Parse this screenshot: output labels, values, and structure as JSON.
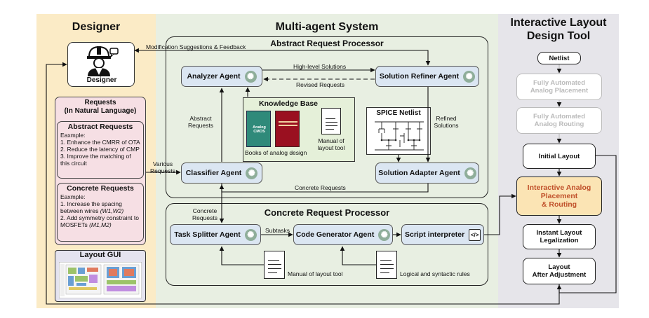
{
  "designer": {
    "title": "Designer",
    "role_label": "Designer",
    "requests_title": "Requests",
    "requests_subtitle": "(In Natural Language)",
    "abstract_title": "Abstract Requests",
    "abstract_example": "Eaxmple:",
    "abstract_items": [
      "1. Enhance the CMRR of OTA",
      "2. Reduce the latency of CMP",
      "3. Improve the matching of",
      "this circuit"
    ],
    "concrete_title": "Concrete Requests",
    "concrete_example": "Eaxmple:",
    "concrete_1a": "1. Increase the spacing",
    "concrete_1b": "between wires ",
    "concrete_1c": "(W1,W2)",
    "concrete_2a": "2. Add symmetry constraint to",
    "concrete_2b": "MOSFETs ",
    "concrete_2c": "(M1,M2)",
    "gui_title": "Layout GUI"
  },
  "mas": {
    "title": "Multi-agent System",
    "abstract_processor": "Abstract Request Processor",
    "concrete_processor": "Concrete Request Processor",
    "agents": {
      "analyzer": "Analyzer Agent",
      "refiner": "Solution Refiner Agent",
      "classifier": "Classifier Agent",
      "adapter": "Solution Adapter Agent",
      "splitter": "Task Splitter Agent",
      "codegen": "Code Generator Agent",
      "interpreter": "Script interpreter"
    },
    "kb_title": "Knowledge Base",
    "book1_title": "Analog CMOS",
    "books_caption": "Books of analog design",
    "manual_caption_1": "Manual of",
    "manual_caption_2": "layout tool",
    "spice_title": "SPICE Netlist",
    "labels": {
      "mod_feedback": "Modification Suggestions & Feedback",
      "high_level": "High-level Solutions",
      "revised": "Revised Requests",
      "abstract_req_1": "Abstract",
      "abstract_req_2": "Requests",
      "refined_1": "Refined",
      "refined_2": "Solutions",
      "various_1": "Various",
      "various_2": "Requests",
      "concrete_req": "Concrete Requests",
      "concrete_req_1": "Concrete",
      "concrete_req_2": "Requests",
      "subtasks": "Subtasks",
      "manual_tool": "Manual of layout tool",
      "rules": "Logical and syntactic rules"
    }
  },
  "tool": {
    "title_1": "Interactive Layout",
    "title_2": "Design Tool",
    "netlist": "Netlist",
    "fa_place_1": "Fully Automated",
    "fa_place_2": "Analog Placement",
    "fa_route_1": "Fully Automated",
    "fa_route_2": "Analog Routing",
    "initial": "Initial Layout",
    "interactive_1": "Interactive Analog",
    "interactive_2": "Placement",
    "interactive_3": "& Routing",
    "instant_1": "Instant Layout",
    "instant_2": "Legalization",
    "after_1": "Layout",
    "after_2": "After Adjustment"
  },
  "colors": {
    "designer_bg": "#fbebc6",
    "mas_bg": "#e8efe2",
    "tool_bg": "#e6e5ea",
    "agent_fill": "#dbe6f2",
    "request_fill": "#f6dfe4",
    "highlight_fill": "#fbe4b4",
    "highlight_text": "#c0502a"
  }
}
